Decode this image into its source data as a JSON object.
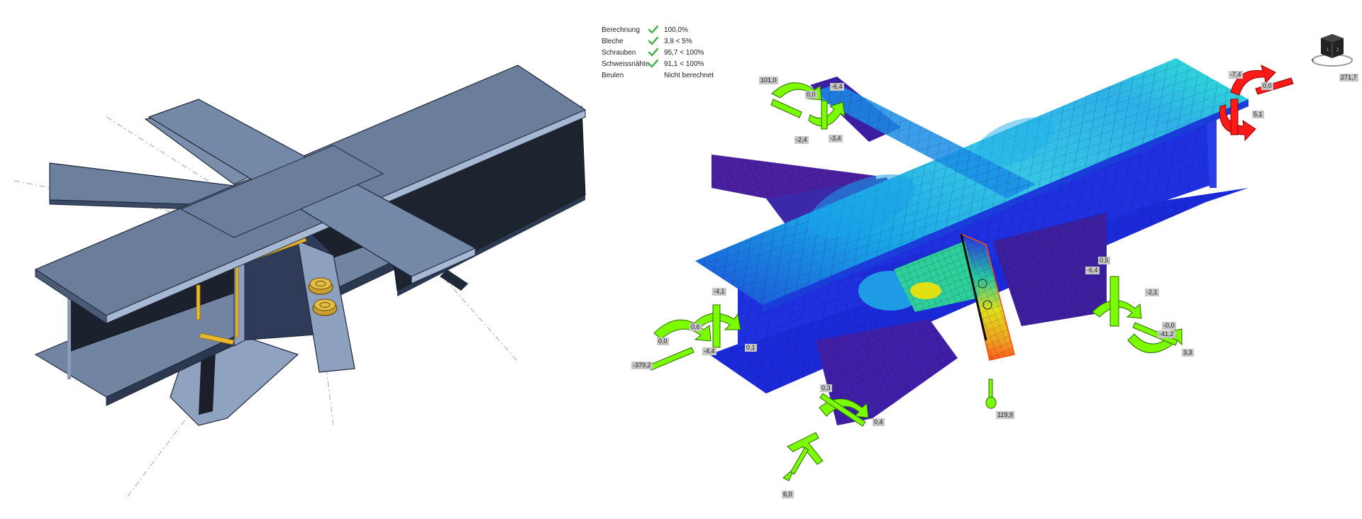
{
  "status": {
    "rows": [
      {
        "label": "Berechnung",
        "check": true,
        "value": "100,0%"
      },
      {
        "label": "Bleche",
        "check": true,
        "value": "3,8 < 5%"
      },
      {
        "label": "Schrauben",
        "check": true,
        "value": "95,7 < 100%"
      },
      {
        "label": "Schweissnähte",
        "check": true,
        "value": "91,1 < 100%"
      },
      {
        "label": "Beulen",
        "check": false,
        "value": "Nicht berechnet"
      }
    ]
  },
  "colors": {
    "steel": "#6d82a0",
    "steel_dark": "#2e3b55",
    "weld": "#e8b82e",
    "ok_check": "#4caf50",
    "load_green": "#7cfc00",
    "load_red": "#ff1a1a",
    "stress_low": "#3b1f8a",
    "stress_mid": "#1b5ed8",
    "stress_high": "#2ee6d6"
  },
  "view_cube": {
    "face_labels": [
      "1",
      "2"
    ],
    "angle": "271,7"
  },
  "load_labels": [
    {
      "text": "101,0"
    },
    {
      "text": "0,0"
    },
    {
      "text": "-6,4"
    },
    {
      "text": "-2,4"
    },
    {
      "text": "-3,4"
    },
    {
      "text": "-7,4"
    },
    {
      "text": "0,0"
    },
    {
      "text": "5,1"
    },
    {
      "text": "-4,1"
    },
    {
      "text": "0,6"
    },
    {
      "text": "0,0"
    },
    {
      "text": "-4,4"
    },
    {
      "text": "-379,2"
    },
    {
      "text": "0,1"
    },
    {
      "text": "0,5"
    },
    {
      "text": "-6,4"
    },
    {
      "text": "-2,1"
    },
    {
      "text": "-0,0"
    },
    {
      "text": "-41,2"
    },
    {
      "text": "3,3"
    },
    {
      "text": "0,3"
    },
    {
      "text": "0,4"
    },
    {
      "text": "6,0"
    },
    {
      "text": "119,9"
    }
  ]
}
